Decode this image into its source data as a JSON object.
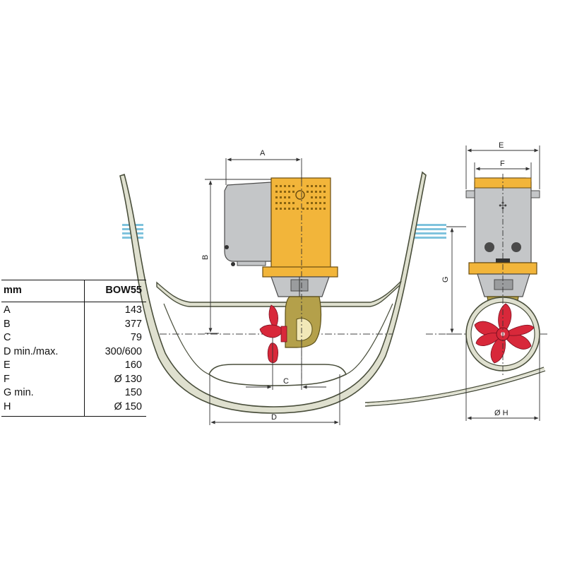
{
  "dimension_labels": {
    "a": "A",
    "b": "B",
    "c": "C",
    "d": "D",
    "e": "E",
    "f": "F",
    "g": "G",
    "h": "Ø H"
  },
  "spec_table": {
    "header_left": "mm",
    "header_right": "BOW55",
    "rows": [
      {
        "label": "A",
        "value": "143"
      },
      {
        "label": "B",
        "value": "377"
      },
      {
        "label": "C",
        "value": "79"
      },
      {
        "label": "D min./max.",
        "value": "300/600"
      },
      {
        "label": "E",
        "value": "160"
      },
      {
        "label": "F",
        "value": "Ø 130"
      },
      {
        "label": "G min.",
        "value": "150"
      },
      {
        "label": "H",
        "value": "Ø 150"
      }
    ]
  },
  "colors": {
    "motor_yellow": "#f2b53a",
    "motor_grey": "#c4c6c8",
    "propeller_red": "#d8283a",
    "hull_fill": "#dfe0cf",
    "hull_stroke": "#4a4f3c",
    "water_blue": "#7fc3dd",
    "leg_olive": "#b4a04a",
    "dimension_line": "#333333"
  }
}
